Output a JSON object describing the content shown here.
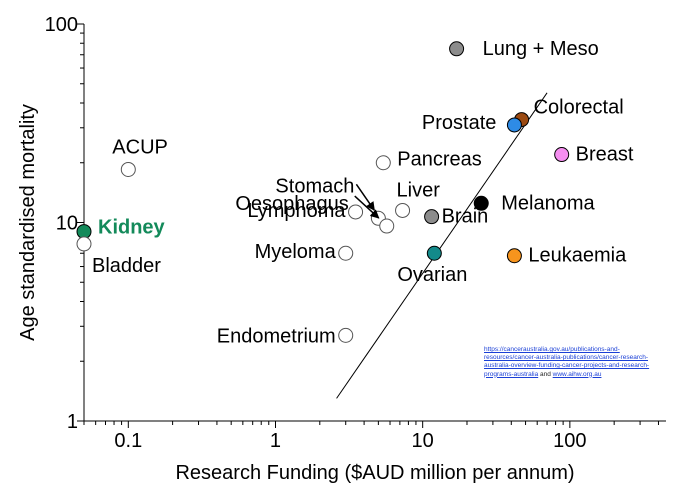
{
  "chart_data": {
    "type": "scatter",
    "title": "",
    "xlabel": "Research Funding ($AUD million per annum)",
    "ylabel": "Age standardised mortality",
    "xscale": "log",
    "yscale": "log",
    "xlim": [
      0.05,
      450
    ],
    "ylim": [
      1,
      100
    ],
    "x_ticks": [
      0.1,
      1,
      10,
      100
    ],
    "x_tick_labels": [
      "0.1",
      "1",
      "10",
      "100"
    ],
    "y_ticks": [
      1,
      10,
      100
    ],
    "y_tick_labels": [
      "1",
      "10",
      "100"
    ],
    "grid": false,
    "legend": "none",
    "points": [
      {
        "label": "Lung + Meso",
        "x": 17,
        "y": 75,
        "color": "#8c8c8c",
        "filled": true
      },
      {
        "label": "Colorectal",
        "x": 47,
        "y": 33,
        "color": "#9b4a12",
        "filled": true
      },
      {
        "label": "Prostate",
        "x": 42,
        "y": 31,
        "color": "#2e8be6",
        "filled": true
      },
      {
        "label": "Breast",
        "x": 88,
        "y": 22,
        "color": "#f58ef0",
        "filled": true
      },
      {
        "label": "ACUP",
        "x": 0.1,
        "y": 18.5,
        "color": "#ffffff",
        "filled": false
      },
      {
        "label": "Stomach",
        "x": 5.0,
        "y": 10.5,
        "color": "#ffffff",
        "filled": false
      },
      {
        "label": "Pancreas",
        "x": 5.4,
        "y": 20,
        "color": "#ffffff",
        "filled": false
      },
      {
        "label": "Oesophagus",
        "x": 5.7,
        "y": 9.6,
        "color": "#ffffff",
        "filled": false
      },
      {
        "label": "Liver",
        "x": 7.3,
        "y": 11.5,
        "color": "#ffffff",
        "filled": false
      },
      {
        "label": "Lymphoma",
        "x": 3.5,
        "y": 11.3,
        "color": "#ffffff",
        "filled": false
      },
      {
        "label": "Brain",
        "x": 11.5,
        "y": 10.7,
        "color": "#8c8c8c",
        "filled": true
      },
      {
        "label": "Melanoma",
        "x": 25,
        "y": 12.5,
        "color": "#000000",
        "filled": true
      },
      {
        "label": "Kidney",
        "x": 0.05,
        "y": 9,
        "color": "#138a5a",
        "filled": true
      },
      {
        "label": "Bladder",
        "x": 0.05,
        "y": 7.8,
        "color": "#ffffff",
        "filled": false
      },
      {
        "label": "Myeloma",
        "x": 3.0,
        "y": 7.0,
        "color": "#ffffff",
        "filled": false
      },
      {
        "label": "Ovarian",
        "x": 12.0,
        "y": 7.0,
        "color": "#138a8a",
        "filled": true
      },
      {
        "label": "Leukaemia",
        "x": 42,
        "y": 6.8,
        "color": "#f7941d",
        "filled": true
      },
      {
        "label": "Endometrium",
        "x": 3.0,
        "y": 2.7,
        "color": "#ffffff",
        "filled": false
      }
    ],
    "trendline": {
      "x": [
        2.6,
        70
      ],
      "y": [
        1.3,
        45
      ]
    },
    "kidney_color": "#138a5a"
  },
  "source": {
    "link1": "https://canceraustralia.gov.au/publications-and-resources/cancer-australia-publications/cancer-research-australia-overview-funding-cancer-projects-and-research-programs-australia",
    "and": "and",
    "link2": "www.aihw.org.au"
  }
}
